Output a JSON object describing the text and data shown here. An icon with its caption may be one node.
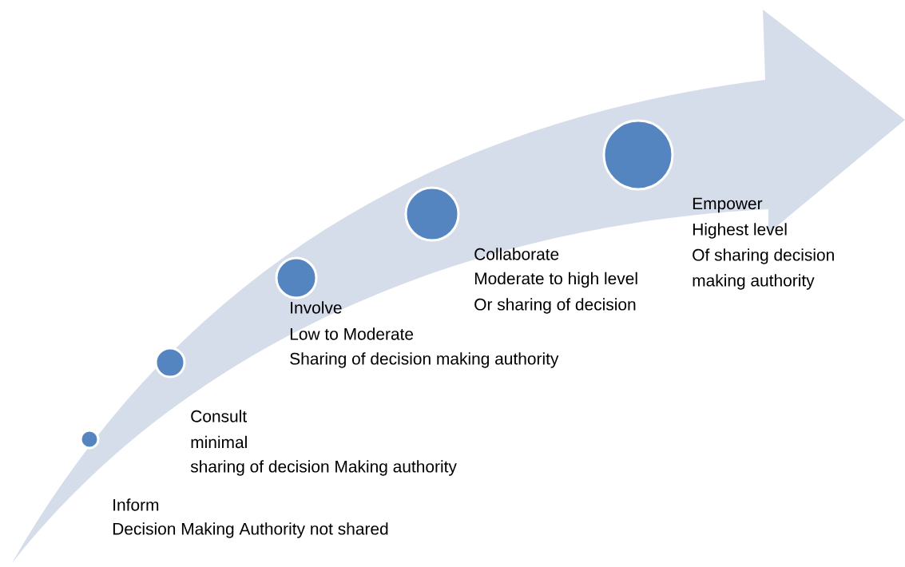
{
  "diagram": {
    "nodes": [
      {
        "text": [],
        "shape": "circle",
        "beside": [
          "Inform",
          "Decision Making Authority not shared"
        ]
      },
      {
        "text": [],
        "shape": "circle",
        "beside": [
          "Consult",
          "minimal",
          "sharing of decision Making authority"
        ]
      },
      {
        "text": [],
        "shape": "circle",
        "beside": [
          "Involve",
          "Low to Moderate",
          "Sharing of decision making authority"
        ]
      },
      {
        "text": [],
        "shape": "circle",
        "beside": [
          "Collaborate",
          "Moderate to high level",
          "Or sharing of decision"
        ]
      },
      {
        "text": [],
        "shape": "circle",
        "beside": [
          "Empower",
          "Highest level",
          "Of sharing decision",
          "making authority"
        ]
      }
    ]
  }
}
